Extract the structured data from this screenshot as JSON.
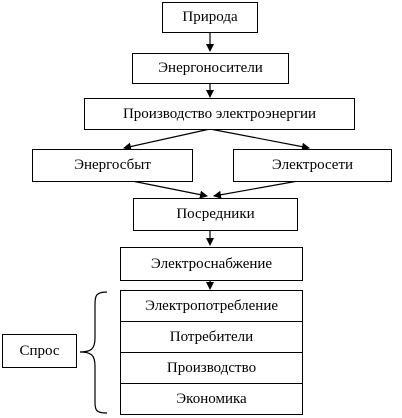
{
  "diagram": {
    "nodes": {
      "nature": "Природа",
      "energy_carriers": "Энергоносители",
      "power_generation": "Производство электроэнергии",
      "energy_sales": "Энергосбыт",
      "power_grids": "Электросети",
      "intermediaries": "Посредники",
      "power_supply": "Электроснабжение"
    },
    "demand": {
      "label": "Спрос",
      "items": [
        "Электропотребление",
        "Потребители",
        "Производство",
        "Экономика"
      ]
    }
  }
}
